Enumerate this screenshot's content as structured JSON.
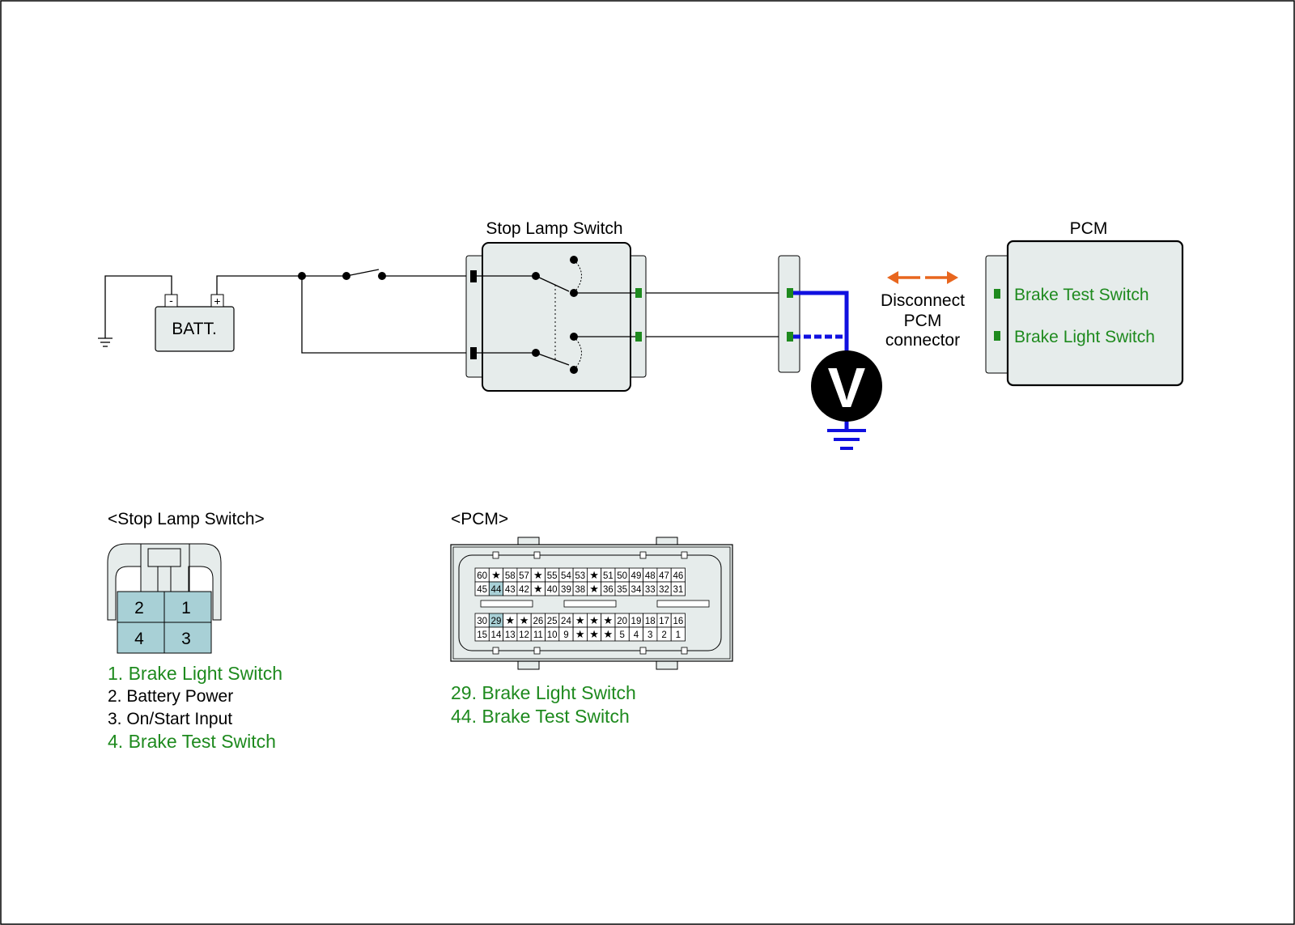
{
  "colors": {
    "wire": "#000000",
    "probe": "#1010e0",
    "pin_green": "#1e8a1e",
    "label_green": "#1e8a1e",
    "arrow_orange": "#e8661e",
    "box_fill": "#e6eceb",
    "pin_highlight": "#a8d0d6",
    "voltmeter": "#000000"
  },
  "battery": {
    "label": "BATT.",
    "neg": "-",
    "pos": "+"
  },
  "stop_lamp_switch": {
    "title": "Stop Lamp Switch"
  },
  "pcm": {
    "title": "PCM",
    "pins": [
      "Brake Test Switch",
      "Brake Light Switch"
    ],
    "disconnect_lines": [
      "Disconnect",
      "PCM",
      "connector"
    ]
  },
  "voltmeter": {
    "label": "V"
  },
  "sls_connector": {
    "title": "<Stop Lamp Switch>",
    "pins": [
      "2",
      "1",
      "4",
      "3"
    ],
    "legend": [
      {
        "text": "1. Brake Light Switch",
        "highlight": true
      },
      {
        "text": "2. Battery Power",
        "highlight": false
      },
      {
        "text": "3. On/Start Input",
        "highlight": false
      },
      {
        "text": "4. Brake Test Switch",
        "highlight": true
      }
    ]
  },
  "pcm_connector": {
    "title": "<PCM>",
    "rows": [
      [
        "60",
        "★",
        "58",
        "57",
        "★",
        "55",
        "54",
        "53",
        "★",
        "51",
        "50",
        "49",
        "48",
        "47",
        "46"
      ],
      [
        "45",
        "44",
        "43",
        "42",
        "★",
        "40",
        "39",
        "38",
        "★",
        "36",
        "35",
        "34",
        "33",
        "32",
        "31"
      ],
      [
        "30",
        "29",
        "★",
        "★",
        "26",
        "25",
        "24",
        "★",
        "★",
        "★",
        "20",
        "19",
        "18",
        "17",
        "16"
      ],
      [
        "15",
        "14",
        "13",
        "12",
        "11",
        "10",
        "9",
        "★",
        "★",
        "★",
        "5",
        "4",
        "3",
        "2",
        "1"
      ]
    ],
    "highlighted": [
      "44",
      "29"
    ],
    "legend": [
      {
        "text": "29. Brake Light Switch",
        "highlight": true
      },
      {
        "text": "44. Brake Test Switch",
        "highlight": true
      }
    ]
  }
}
